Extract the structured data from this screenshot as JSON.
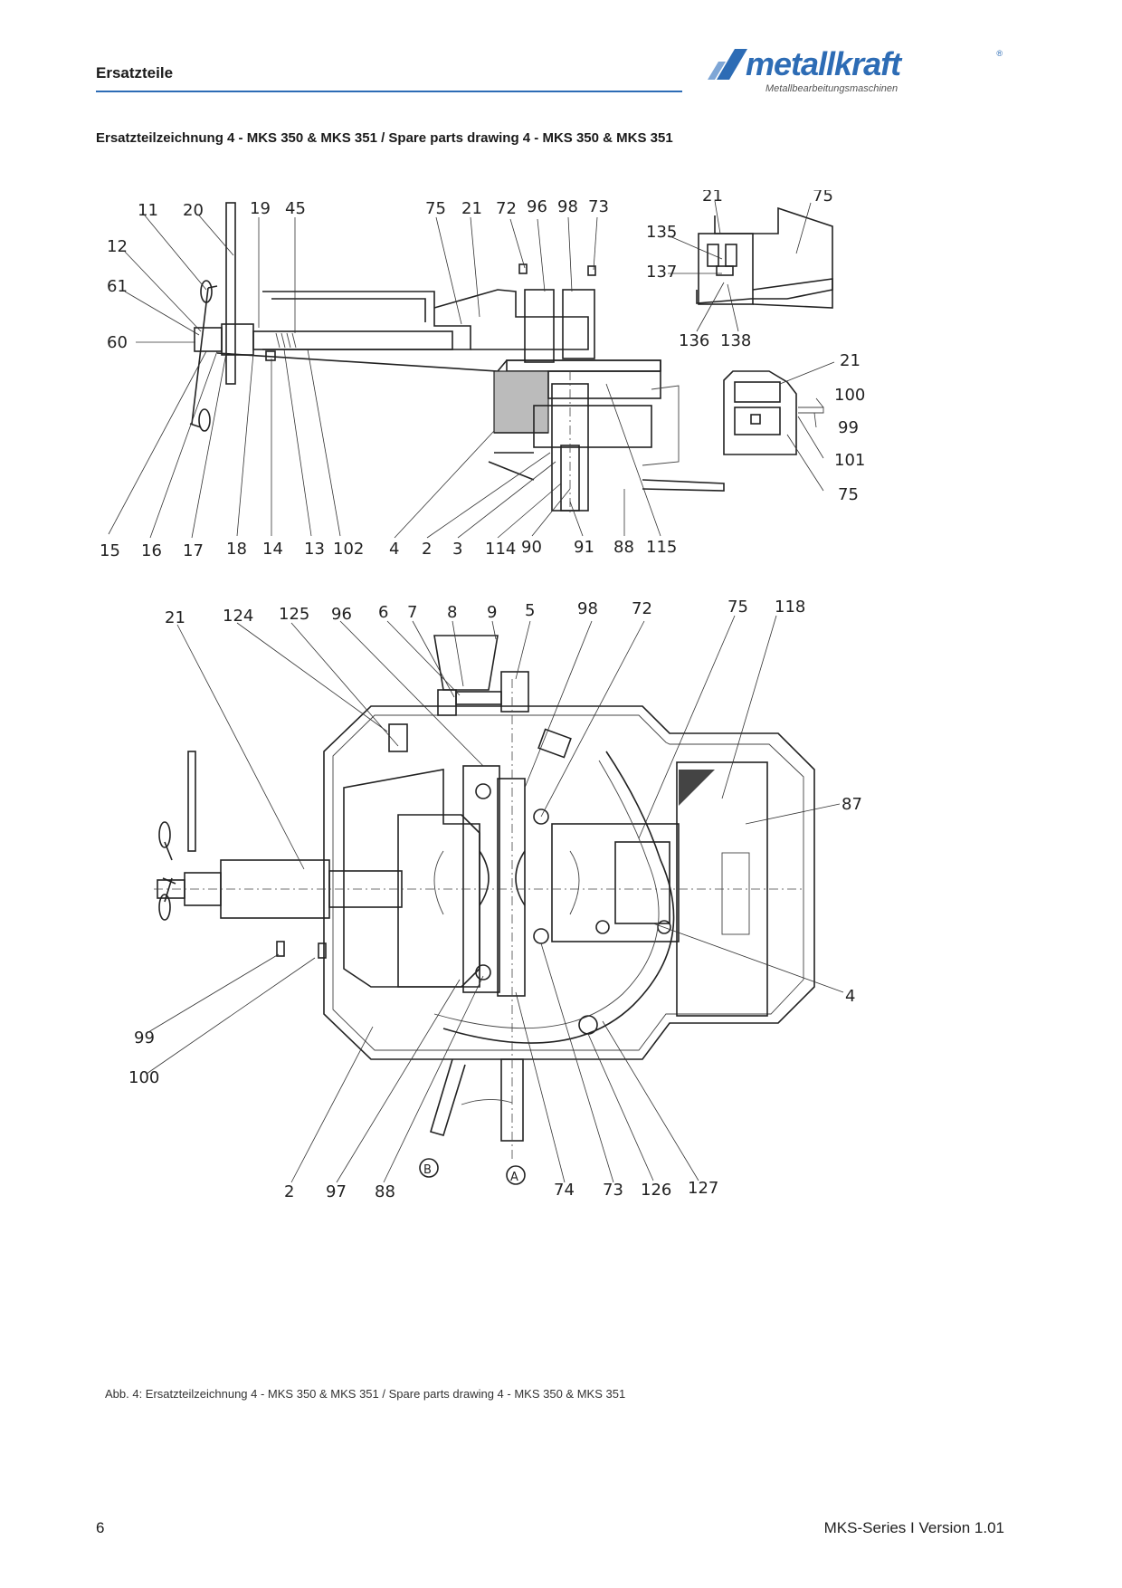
{
  "header": {
    "section_title": "Ersatzteile",
    "logo_text": "metallkraft",
    "logo_registered": "®",
    "logo_subtitle": "Metallbearbeitungsmaschinen",
    "accent_color": "#2d6cb5"
  },
  "drawing_title": "Ersatzteilzeichnung 4 - MKS 350 & MKS 351 / Spare parts drawing 4 - MKS 350 & MKS 351",
  "top_view_labels": {
    "l11": "11",
    "l20": "20",
    "l19": "19",
    "l45": "45",
    "l75": "75",
    "l21": "21",
    "l72": "72",
    "l96": "96",
    "l98": "98",
    "l73": "73",
    "l12": "12",
    "l61": "61",
    "l60": "60",
    "l15": "15",
    "l16": "16",
    "l17": "17",
    "l18": "18",
    "l14": "14",
    "l13": "13",
    "l102": "102",
    "l4": "4",
    "l2": "2",
    "l3": "3",
    "l114": "114",
    "l90": "90",
    "l91": "91",
    "l88": "88",
    "l115": "115"
  },
  "detail_labels": {
    "d21a": "21",
    "d75a": "75",
    "d135": "135",
    "d137": "137",
    "d136": "136",
    "d138": "138",
    "d21b": "21",
    "d100": "100",
    "d99": "99",
    "d101": "101",
    "d75b": "75"
  },
  "plan_view_labels": {
    "p21": "21",
    "p124": "124",
    "p125": "125",
    "p96": "96",
    "p6": "6",
    "p7": "7",
    "p8": "8",
    "p9": "9",
    "p5": "5",
    "p98": "98",
    "p72": "72",
    "p75": "75",
    "p118": "118",
    "p87": "87",
    "p4": "4",
    "p99": "99",
    "p100": "100",
    "p2": "2",
    "p97": "97",
    "p88": "88",
    "p74": "74",
    "p73": "73",
    "p126": "126",
    "p127": "127",
    "pB": "B",
    "pA": "A"
  },
  "caption": "Abb. 4: Ersatzteilzeichnung 4 - MKS 350 & MKS 351 / Spare parts drawing 4 - MKS 350 & MKS 351",
  "footer": {
    "page_number": "6",
    "version": "MKS-Series I Version 1.01"
  }
}
